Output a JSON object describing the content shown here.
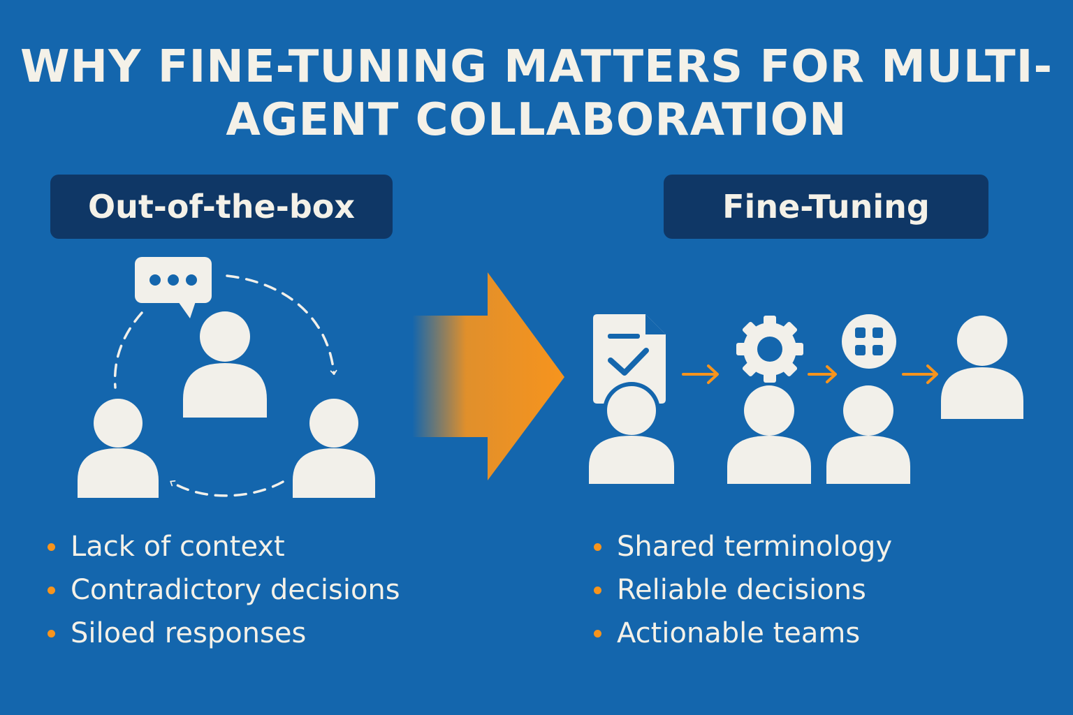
{
  "title": {
    "line1": "WHY FINE-TUNING MATTERS FOR MULTI-",
    "line2": "AGENT COLLABORATION"
  },
  "left_panel": {
    "header": "Out-of-the-box",
    "bullets": [
      "Lack of context",
      "Contradictory decisions",
      "Siloed responses"
    ]
  },
  "right_panel": {
    "header": "Fine-Tuning",
    "bullets": [
      "Shared terminology",
      "Reliable decisions",
      "Actionable teams"
    ]
  },
  "colors": {
    "background": "#1466ad",
    "header_box": "#0f3766",
    "accent": "#f7941d",
    "icon": "#f2f0ea"
  },
  "icons": {
    "left": [
      "chat-bubble-icon",
      "person-icon",
      "dashed-cycle-arrow-icon"
    ],
    "center": "transition-arrow-icon",
    "right": [
      "document-check-icon",
      "gear-icon",
      "grid-app-icon",
      "person-icon",
      "flow-arrow-icon"
    ]
  }
}
